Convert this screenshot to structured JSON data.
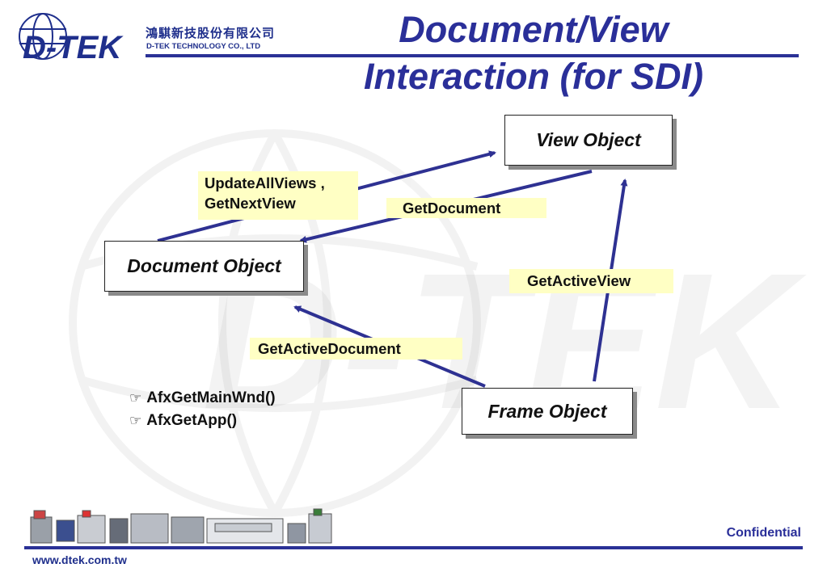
{
  "logo": {
    "text": "D-TEK",
    "company_cn": "鴻騏新技股份有限公司",
    "company_en": "D-TEK TECHNOLOGY CO., LTD"
  },
  "title": {
    "line1": "Document/View",
    "line2": "Interaction (for SDI)"
  },
  "objects": {
    "view": "View Object",
    "document": "Document Object",
    "frame": "Frame Object"
  },
  "labels": {
    "update_all_views_line1": "UpdateAllViews ,",
    "update_all_views_line2": "GetNextView",
    "get_document": "GetDocument",
    "get_active_view": "GetActiveView",
    "get_active_document": "GetActiveDocument"
  },
  "bullets": [
    {
      "icon": "pointing-hand-icon",
      "text": "AfxGetMainWnd()"
    },
    {
      "icon": "pointing-hand-icon",
      "text": "AfxGetApp()"
    }
  ],
  "footer": {
    "confidential": "Confidential",
    "url": "www.dtek.com.tw"
  },
  "colors": {
    "brand_blue": "#2a2f99",
    "arrow": "#2e3192",
    "label_bg": "#ffffc4"
  }
}
